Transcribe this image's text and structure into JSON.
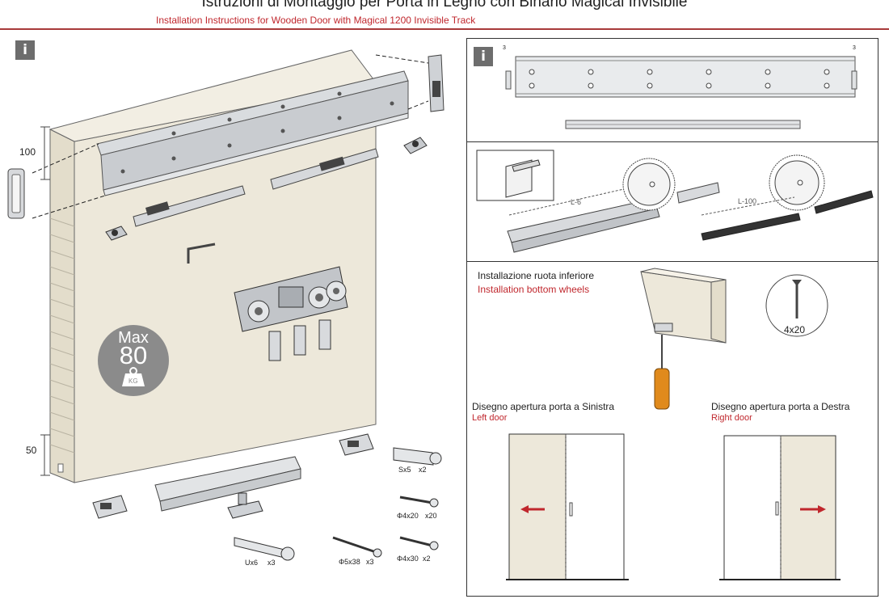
{
  "header": {
    "title_it": "Istruzioni di Montaggio per Porta in Legno con Binario Magical Invisibile",
    "title_en": "Installation Instructions for Wooden Door with Magical 1200 Invisible Track"
  },
  "info_icon_label": "i",
  "left": {
    "dim_top": "100",
    "dim_bottom": "50",
    "max_load": {
      "line1": "Max",
      "line2": "80",
      "unit": "KG"
    },
    "parts": {
      "sx5": "Sx5",
      "sx5_qty": "x2",
      "phi4x20": "Φ4x20",
      "phi4x20_qty": "x20",
      "ux6": "Ux6",
      "ux6_qty": "x3",
      "phi5x38": "Φ5x38",
      "phi5x38_qty": "x3",
      "phi4x30": "Φ4x30",
      "phi4x30_qty": "x2"
    }
  },
  "right": {
    "track_margin_left": "3",
    "track_margin_right": "3",
    "cut_label_1": "L-6",
    "cut_label_2": "L-100",
    "bottom_wheel_it": "Installazione ruota inferiore",
    "bottom_wheel_en": "Installation bottom wheels",
    "screw_label": "4x20",
    "left_door_it": "Disegno apertura porta a Sinistra",
    "left_door_en": "Left door",
    "right_door_it": "Disegno apertura porta a Destra",
    "right_door_en": "Right door"
  },
  "colors": {
    "accent_red": "#c0272d",
    "door_panel": "#ede8da",
    "metal": "#d4d7db",
    "handle_orange": "#e08a1c"
  }
}
